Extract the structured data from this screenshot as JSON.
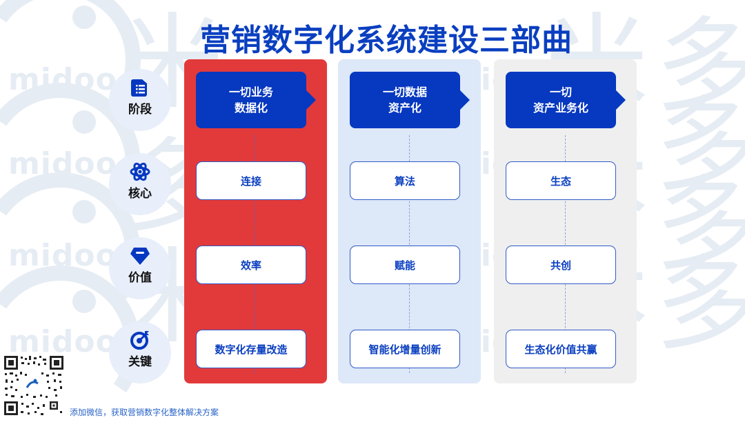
{
  "title": "营销数字化系统建设三部曲",
  "watermark": {
    "brand_text": "midoo",
    "chars": [
      "米",
      "多"
    ]
  },
  "row_labels": [
    {
      "label": "阶段",
      "icon": "list-document-icon"
    },
    {
      "label": "核心",
      "icon": "atom-icon"
    },
    {
      "label": "价值",
      "icon": "diamond-icon"
    },
    {
      "label": "关键",
      "icon": "target-arrow-icon"
    }
  ],
  "columns": [
    {
      "stage_line1": "一切业务",
      "stage_line2": "数据化",
      "core": "连接",
      "value": "效率",
      "key": "数字化存量改造",
      "bg_color": "#e23a3a"
    },
    {
      "stage_line1": "一切数据",
      "stage_line2": "资产化",
      "core": "算法",
      "value": "赋能",
      "key": "智能化增量创新",
      "bg_color": "#dde8f8"
    },
    {
      "stage_line1": "一切",
      "stage_line2": "资产业务化",
      "core": "生态",
      "value": "共创",
      "key": "生态化价值共赢",
      "bg_color": "#efefef"
    }
  ],
  "footer": {
    "qr_icon": "qr-code",
    "text": "添加微信，获取营销数字化整体解决方案"
  },
  "colors": {
    "primary_blue": "#0638c0",
    "title_blue": "#0a3fc0",
    "accent_red": "#e23a3a"
  }
}
